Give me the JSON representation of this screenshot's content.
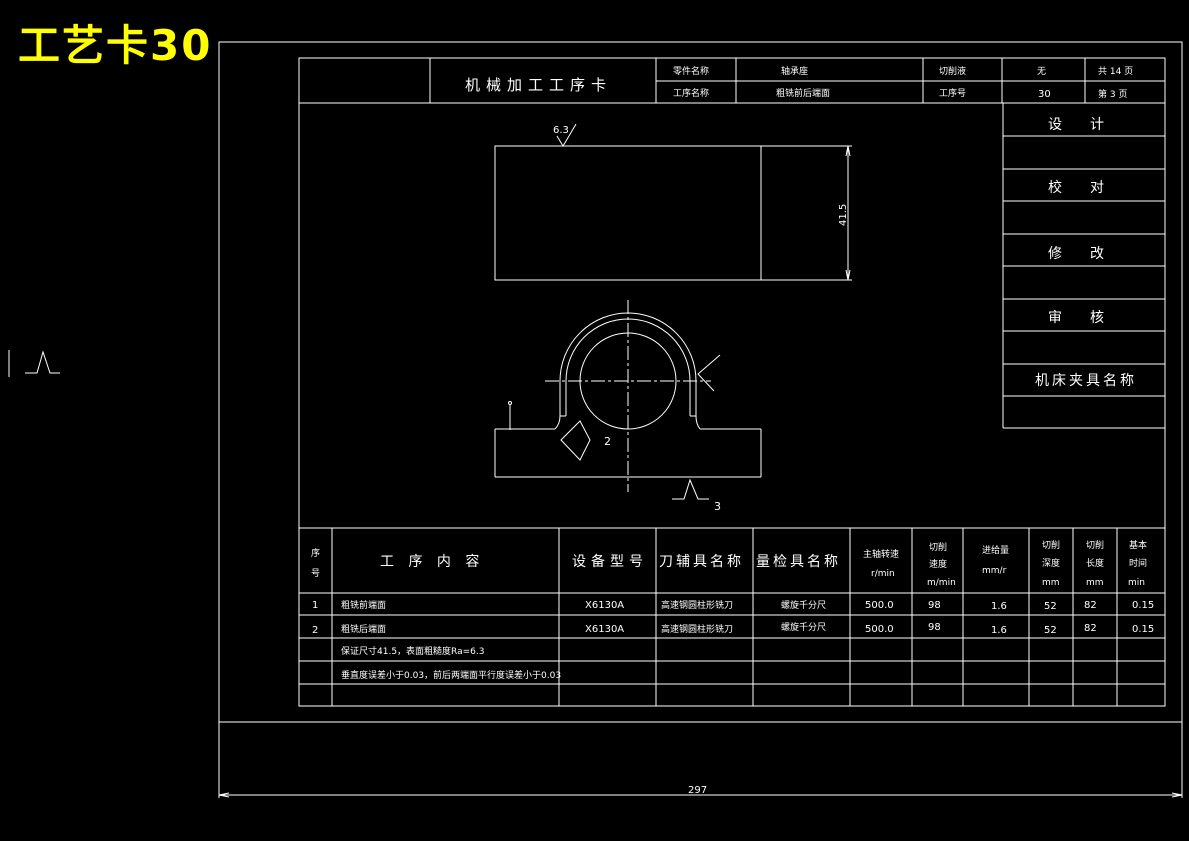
{
  "title": "工艺卡30",
  "card": {
    "name": "机械加工工序卡",
    "part_name_label": "零件名称",
    "part_name": "轴承座",
    "op_name_label": "工序名称",
    "op_name": "粗铣前后端面",
    "fluid_label": "切削液",
    "fluid": "无",
    "op_no_label": "工序号",
    "op_no": "30",
    "total_pages": "共 14 页",
    "page": "第 3 页"
  },
  "sign_box": {
    "items": [
      "设　　计",
      "校　　对",
      "修　　改",
      "审　　核",
      "机床夹具名称"
    ]
  },
  "drawing": {
    "roughness_label": "6.3",
    "height_dim": "41.5",
    "locator_2": "2",
    "locator_3": "3",
    "width_dim": "297"
  },
  "table": {
    "headers": {
      "no": [
        "序",
        "号"
      ],
      "content": "工 序 内 容",
      "equipment": "设备型号",
      "tool": "刀辅具名称",
      "gauge": "量检具名称",
      "speed": [
        "主轴转速",
        "r/min"
      ],
      "cut_speed": [
        "切削",
        "速度",
        "m/min"
      ],
      "feed": [
        "进给量",
        "mm/r"
      ],
      "depth": [
        "切削",
        "深度",
        "mm"
      ],
      "length": [
        "切削",
        "长度",
        "mm"
      ],
      "time": [
        "基本",
        "时间",
        "min"
      ]
    },
    "rows": [
      {
        "no": "1",
        "content": "粗铣前端面",
        "equipment": "X6130A",
        "tool": "高速钢圆柱形铣刀",
        "gauge": "螺旋千分尺",
        "speed": "500.0",
        "cut_speed": "98",
        "feed": "1.6",
        "depth": "52",
        "length": "82",
        "time": "0.15"
      },
      {
        "no": "2",
        "content": "粗铣后端面",
        "equipment": "X6130A",
        "tool": "高速钢圆柱形铣刀",
        "gauge": "螺旋千分尺",
        "speed": "500.0",
        "cut_speed": "98",
        "feed": "1.6",
        "depth": "52",
        "length": "82",
        "time": "0.15"
      }
    ],
    "notes": [
      "保证尺寸41.5，表面粗糙度Ra=6.3",
      "垂直度误差小于0.03，前后两端面平行度误差小于0.03"
    ]
  }
}
